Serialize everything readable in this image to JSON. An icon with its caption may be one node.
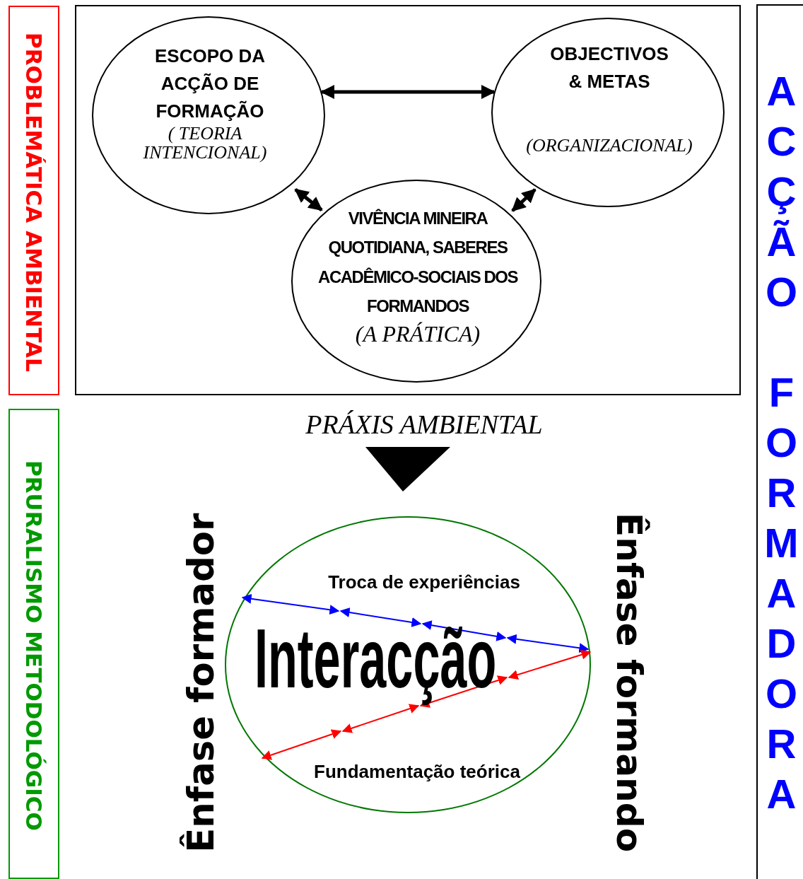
{
  "diagram": {
    "nodes": [
      {
        "text": [
          "ESCOPO DA ACÇÃO DE FORMAÇÃO",
          "( TEORIA INTENCIONAL)"
        ]
      },
      {
        "text": [
          "OBJECTIVOS & METAS",
          "(ORGANIZACIONAL)"
        ]
      },
      {
        "text": [
          "VIVÊNCIA MINEIRA QUOTIDIANA, SABERES ACADÊMICO-SOCIAIS DOS FORMANDOS",
          "(A PRÁTICA)"
        ]
      },
      {
        "text": [
          "Troca de experiências",
          "Interacção",
          "Fundamentação teórica"
        ]
      },
      {
        "text": [
          "PROBLEMÁTICA AMBIENTAL"
        ]
      },
      {
        "text": [
          "PRURALISMO METODOLÓGICO"
        ]
      },
      {
        "text": [
          "ACÇÃO FORMADORA"
        ]
      }
    ],
    "edges": [
      {
        "from": 0,
        "to": 1,
        "arrow": "both"
      },
      {
        "from": 0,
        "to": 2,
        "arrow": "both"
      },
      {
        "from": 1,
        "to": 2,
        "arrow": "both"
      }
    ],
    "labels": [
      "PRÁXIS AMBIENTAL",
      "Ênfase formador",
      "Ênfase formando"
    ]
  }
}
